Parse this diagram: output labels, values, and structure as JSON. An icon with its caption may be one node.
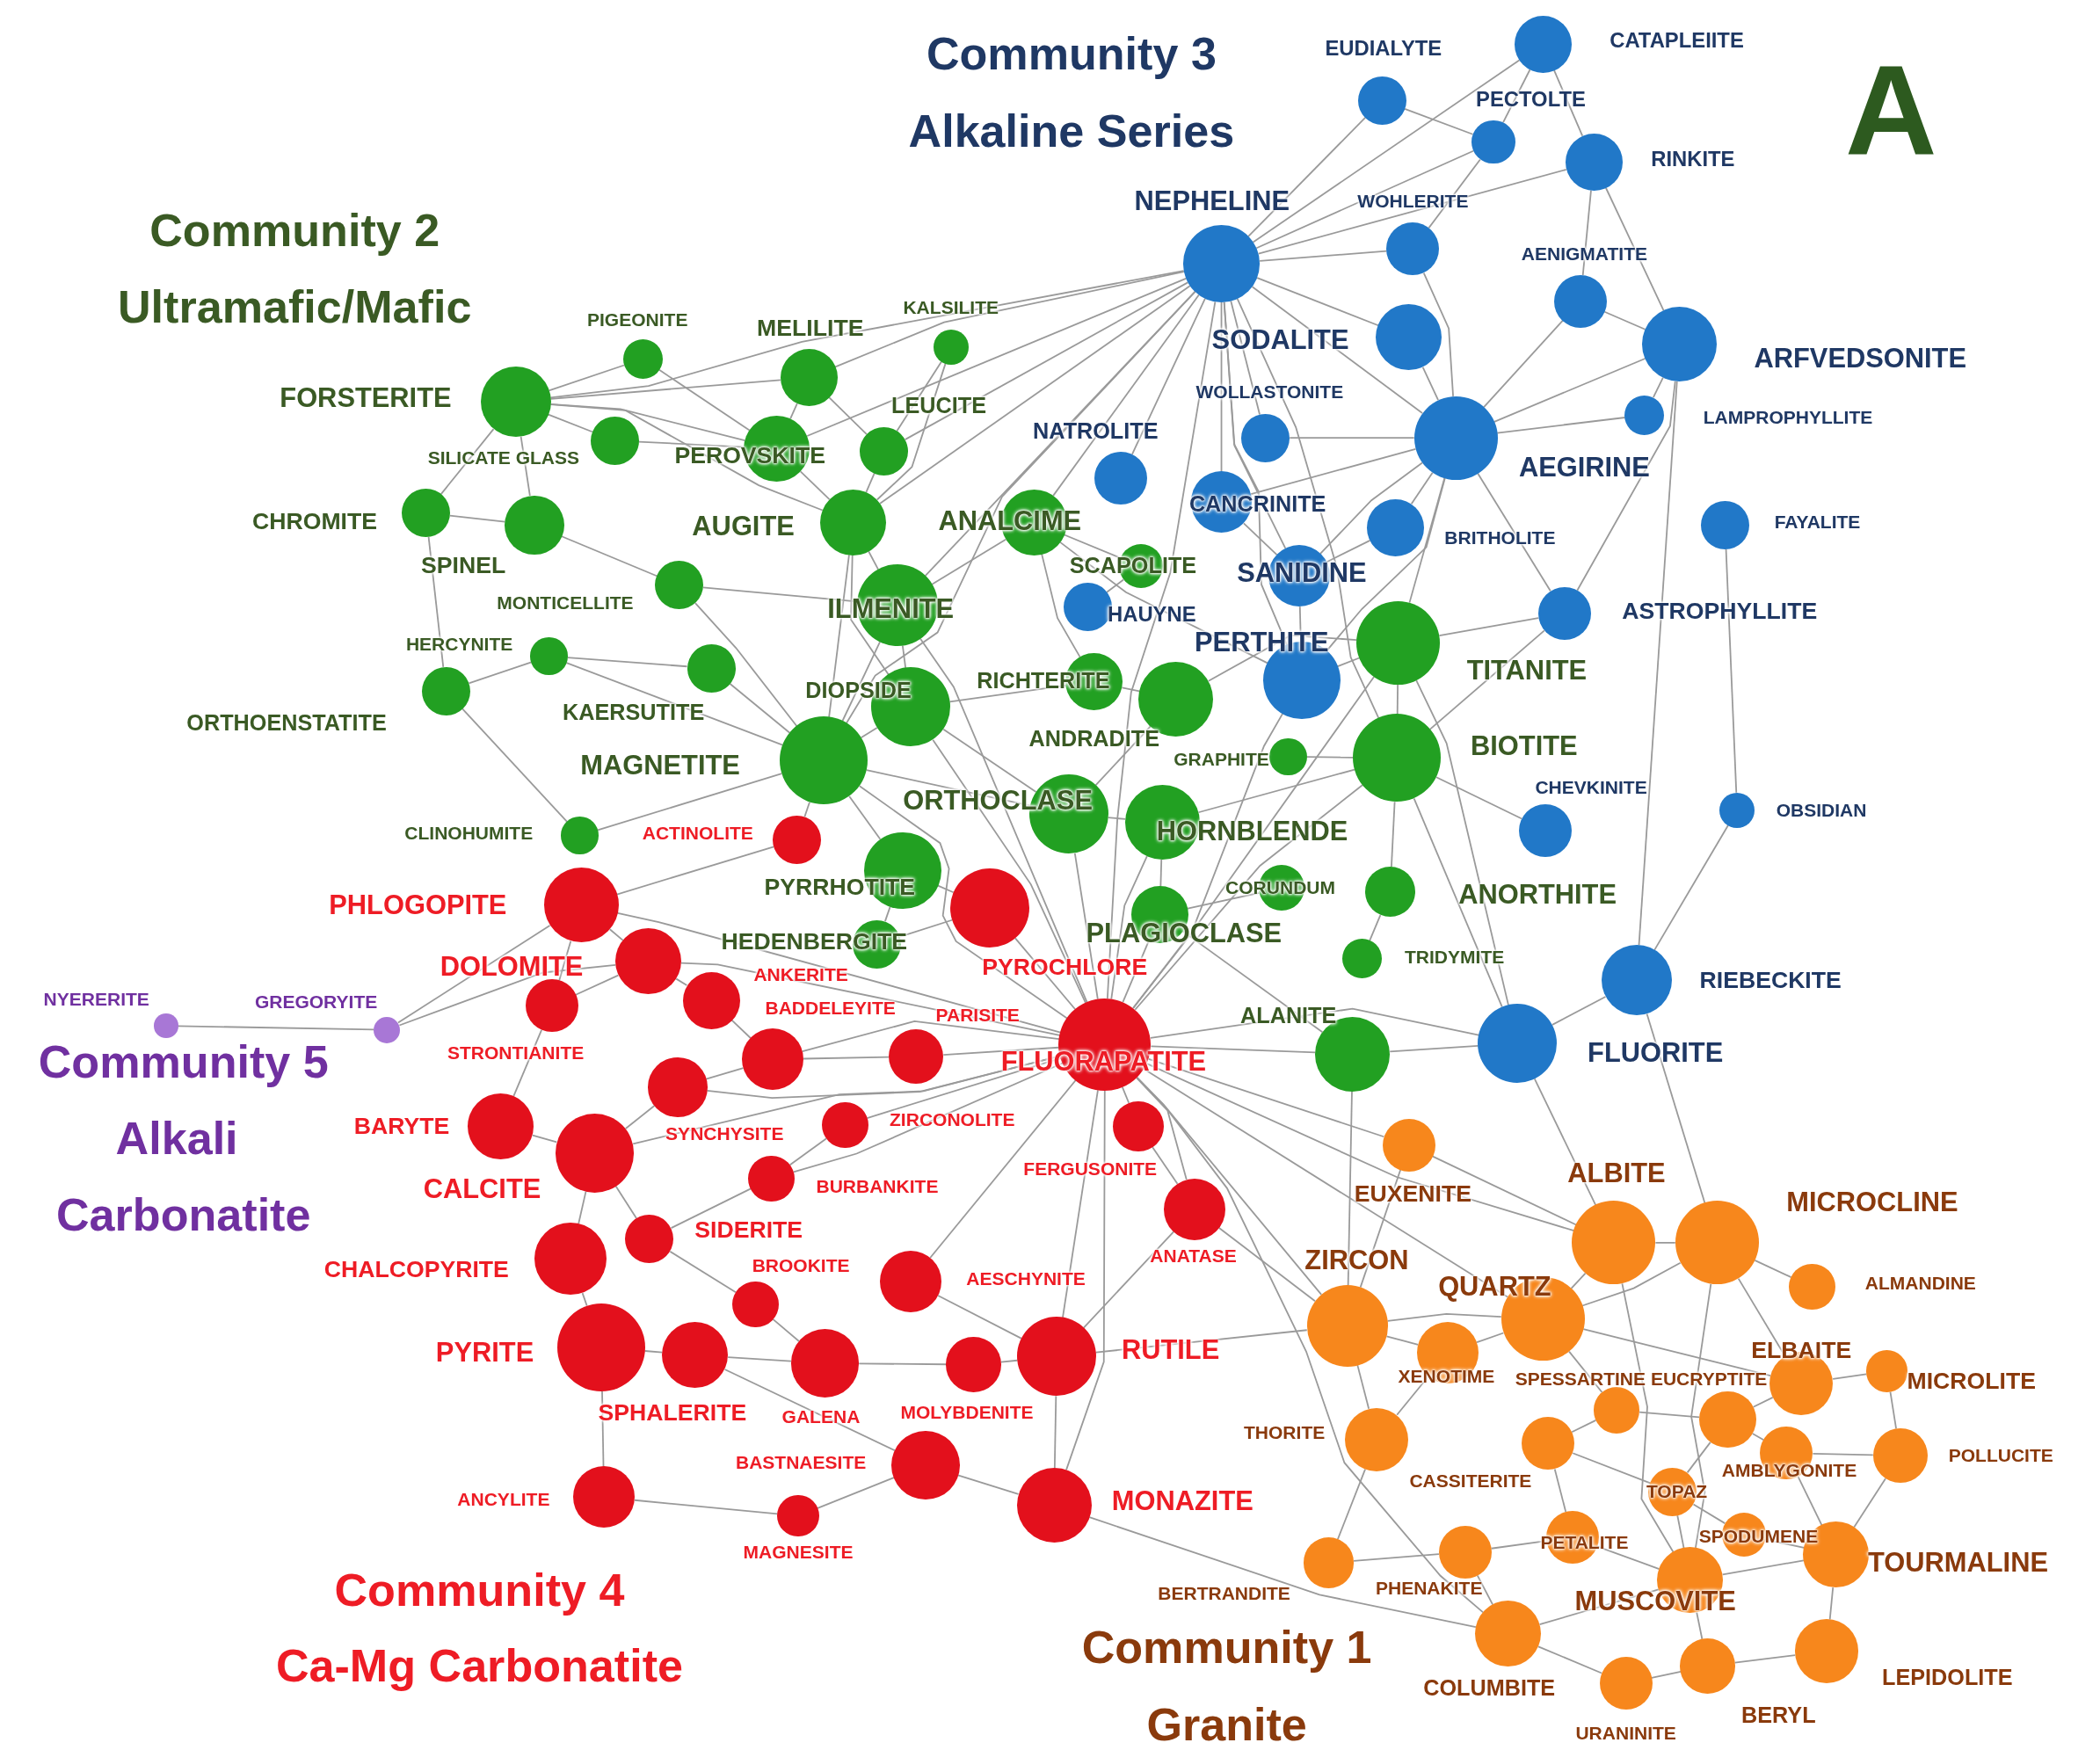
{
  "diagram": {
    "nodes": [
      {
        "text": [
          "EUDIALYTE"
        ]
      },
      {
        "text": [
          "CATAPLEIITE"
        ]
      },
      {
        "text": [
          "PECTOLTE"
        ]
      },
      {
        "text": [
          "RINKITE"
        ]
      },
      {
        "text": [
          "NEPHELINE"
        ]
      },
      {
        "text": [
          "WOHLERITE"
        ]
      },
      {
        "text": [
          "AENIGMATITE"
        ]
      },
      {
        "text": [
          "SODALITE"
        ]
      },
      {
        "text": [
          "ARFVEDSONITE"
        ]
      },
      {
        "text": [
          "WOLLASTONITE"
        ]
      },
      {
        "text": [
          "LAMPROPHYLLITE"
        ]
      },
      {
        "text": [
          "NATROLITE"
        ]
      },
      {
        "text": [
          "AEGIRINE"
        ]
      },
      {
        "text": [
          "CANCRINITE"
        ]
      },
      {
        "text": [
          "BRITHOLITE"
        ]
      },
      {
        "text": [
          "FAYALITE"
        ]
      },
      {
        "text": [
          "SANIDINE"
        ]
      },
      {
        "text": [
          "HAUYNE"
        ]
      },
      {
        "text": [
          "ASTROPHYLLITE"
        ]
      },
      {
        "text": [
          "PERTHITE"
        ]
      },
      {
        "text": [
          "CHEVKINITE"
        ]
      },
      {
        "text": [
          "OBSIDIAN"
        ]
      },
      {
        "text": [
          "RIEBECKITE"
        ]
      },
      {
        "text": [
          "FLUORITE"
        ]
      },
      {
        "text": [
          "PIGEONITE"
        ]
      },
      {
        "text": [
          "KALSILITE"
        ]
      },
      {
        "text": [
          "MELILITE"
        ]
      },
      {
        "text": [
          "FORSTERITE"
        ]
      },
      {
        "text": [
          "SILICATE GLASS"
        ]
      },
      {
        "text": [
          "LEUCITE"
        ]
      },
      {
        "text": [
          "PEROVSKITE"
        ]
      },
      {
        "text": [
          "CHROMITE"
        ]
      },
      {
        "text": [
          "SPINEL"
        ]
      },
      {
        "text": [
          "AUGITE"
        ]
      },
      {
        "text": [
          "ANALCIME"
        ]
      },
      {
        "text": [
          "SCAPOLITE"
        ]
      },
      {
        "text": [
          "MONTICELLITE"
        ]
      },
      {
        "text": [
          "ILMENITE"
        ]
      },
      {
        "text": [
          "HERCYNITE"
        ]
      },
      {
        "text": [
          "ORTHOENSTATITE"
        ]
      },
      {
        "text": [
          "KAERSUTITE"
        ]
      },
      {
        "text": [
          "DIOPSIDE"
        ]
      },
      {
        "text": [
          "RICHTERITE"
        ]
      },
      {
        "text": [
          "ANDRADITE"
        ]
      },
      {
        "text": [
          "TITANITE"
        ]
      },
      {
        "text": [
          "MAGNETITE"
        ]
      },
      {
        "text": [
          "GRAPHITE"
        ]
      },
      {
        "text": [
          "BIOTITE"
        ]
      },
      {
        "text": [
          "CLINOHUMITE"
        ]
      },
      {
        "text": [
          "ORTHOCLASE"
        ]
      },
      {
        "text": [
          "HORNBLENDE"
        ]
      },
      {
        "text": [
          "CORUNDUM"
        ]
      },
      {
        "text": [
          "ANORTHITE"
        ]
      },
      {
        "text": [
          "PLAGIOCLASE"
        ]
      },
      {
        "text": [
          "TRIDYMITE"
        ]
      },
      {
        "text": [
          "ALANITE"
        ]
      },
      {
        "text": [
          "PYRRHOTITE"
        ]
      },
      {
        "text": [
          "HEDENBERGITE"
        ]
      },
      {
        "text": [
          "ACTINOLITE"
        ]
      },
      {
        "text": [
          "PHLOGOPITE"
        ]
      },
      {
        "text": [
          "PYROCHLORE"
        ]
      },
      {
        "text": [
          "DOLOMITE"
        ]
      },
      {
        "text": [
          "ANKERITE"
        ]
      },
      {
        "text": [
          "STRONTIANITE"
        ]
      },
      {
        "text": [
          "BADDELEYITE"
        ]
      },
      {
        "text": [
          "PARISITE"
        ]
      },
      {
        "text": [
          "FLUORAPATITE"
        ]
      },
      {
        "text": [
          "SYNCHYSITE"
        ]
      },
      {
        "text": [
          "ZIRCONOLITE"
        ]
      },
      {
        "text": [
          "BARYTE"
        ]
      },
      {
        "text": [
          "CALCITE"
        ]
      },
      {
        "text": [
          "FERGUSONITE"
        ]
      },
      {
        "text": [
          "BURBANKITE"
        ]
      },
      {
        "text": [
          "SIDERITE"
        ]
      },
      {
        "text": [
          "ANATASE"
        ]
      },
      {
        "text": [
          "CHALCOPYRITE"
        ]
      },
      {
        "text": [
          "BROOKITE"
        ]
      },
      {
        "text": [
          "AESCHYNITE"
        ]
      },
      {
        "text": [
          "PYRITE"
        ]
      },
      {
        "text": [
          "SPHALERITE"
        ]
      },
      {
        "text": [
          "GALENA"
        ]
      },
      {
        "text": [
          "MOLYBDENITE"
        ]
      },
      {
        "text": [
          "RUTILE"
        ]
      },
      {
        "text": [
          "BASTNAESITE"
        ]
      },
      {
        "text": [
          "ANCYLITE"
        ]
      },
      {
        "text": [
          "MAGNESITE"
        ]
      },
      {
        "text": [
          "MONAZITE"
        ]
      },
      {
        "text": [
          "NYERERITE"
        ]
      },
      {
        "text": [
          "GREGORYITE"
        ]
      },
      {
        "text": [
          "EUXENITE"
        ]
      },
      {
        "text": [
          "ALBITE"
        ]
      },
      {
        "text": [
          "MICROCLINE"
        ]
      },
      {
        "text": [
          "ZIRCON"
        ]
      },
      {
        "text": [
          "QUARTZ"
        ]
      },
      {
        "text": [
          "ALMANDINE"
        ]
      },
      {
        "text": [
          "XENOTIME"
        ]
      },
      {
        "text": [
          "ELBAITE"
        ]
      },
      {
        "text": [
          "MICROLITE"
        ]
      },
      {
        "text": [
          "SPESSARTINE"
        ]
      },
      {
        "text": [
          "EUCRYPTITE"
        ]
      },
      {
        "text": [
          "THORITE"
        ]
      },
      {
        "text": [
          "CASSITERITE"
        ]
      },
      {
        "text": [
          "AMBLYGONITE"
        ]
      },
      {
        "text": [
          "POLLUCITE"
        ]
      },
      {
        "text": [
          "TOPAZ"
        ]
      },
      {
        "text": [
          "SPODUMENE"
        ]
      },
      {
        "text": [
          "PETALITE"
        ]
      },
      {
        "text": [
          "TOURMALINE"
        ]
      },
      {
        "text": [
          "BERTRANDITE"
        ]
      },
      {
        "text": [
          "PHENAKITE"
        ]
      },
      {
        "text": [
          "MUSCOVITE"
        ]
      },
      {
        "text": [
          "COLUMBITE"
        ]
      },
      {
        "text": [
          "LEPIDOLITE"
        ]
      },
      {
        "text": [
          "BERYL"
        ]
      },
      {
        "text": [
          "URANINITE"
        ]
      }
    ],
    "edges": [
      {
        "from": 4,
        "to": 0,
        "arrow": "none"
      },
      {
        "from": 4,
        "to": 1,
        "arrow": "none"
      },
      {
        "from": 4,
        "to": 2,
        "arrow": "none"
      },
      {
        "from": 4,
        "to": 3,
        "arrow": "none"
      },
      {
        "from": 4,
        "to": 5,
        "arrow": "none"
      },
      {
        "from": 4,
        "to": 7,
        "arrow": "none"
      },
      {
        "from": 4,
        "to": 9,
        "arrow": "none"
      },
      {
        "from": 4,
        "to": 11,
        "arrow": "none"
      },
      {
        "from": 4,
        "to": 12,
        "arrow": "none"
      },
      {
        "from": 4,
        "to": 13,
        "arrow": "none"
      },
      {
        "from": 4,
        "to": 16,
        "arrow": "none"
      },
      {
        "from": 4,
        "to": 19,
        "arrow": "none"
      },
      {
        "from": 4,
        "to": 26,
        "arrow": "none"
      },
      {
        "from": 4,
        "to": 27,
        "arrow": "none"
      },
      {
        "from": 4,
        "to": 29,
        "arrow": "none"
      },
      {
        "from": 4,
        "to": 30,
        "arrow": "none"
      },
      {
        "from": 4,
        "to": 33,
        "arrow": "none"
      },
      {
        "from": 4,
        "to": 34,
        "arrow": "none"
      },
      {
        "from": 4,
        "to": 37,
        "arrow": "none"
      },
      {
        "from": 4,
        "to": 45,
        "arrow": "none"
      },
      {
        "from": 4,
        "to": 47,
        "arrow": "none"
      },
      {
        "from": 4,
        "to": 66,
        "arrow": "none"
      },
      {
        "from": 66,
        "to": 45,
        "arrow": "none"
      },
      {
        "from": 66,
        "to": 47,
        "arrow": "none"
      },
      {
        "from": 66,
        "to": 44,
        "arrow": "none"
      },
      {
        "from": 66,
        "to": 49,
        "arrow": "none"
      },
      {
        "from": 66,
        "to": 50,
        "arrow": "none"
      },
      {
        "from": 66,
        "to": 53,
        "arrow": "none"
      },
      {
        "from": 66,
        "to": 55,
        "arrow": "none"
      },
      {
        "from": 66,
        "to": 60,
        "arrow": "none"
      },
      {
        "from": 66,
        "to": 64,
        "arrow": "none"
      },
      {
        "from": 66,
        "to": 65,
        "arrow": "none"
      },
      {
        "from": 66,
        "to": 67,
        "arrow": "none"
      },
      {
        "from": 66,
        "to": 68,
        "arrow": "none"
      },
      {
        "from": 66,
        "to": 71,
        "arrow": "none"
      },
      {
        "from": 66,
        "to": 72,
        "arrow": "none"
      },
      {
        "from": 66,
        "to": 74,
        "arrow": "none"
      },
      {
        "from": 66,
        "to": 77,
        "arrow": "none"
      },
      {
        "from": 66,
        "to": 82,
        "arrow": "none"
      },
      {
        "from": 66,
        "to": 86,
        "arrow": "none"
      },
      {
        "from": 66,
        "to": 89,
        "arrow": "none"
      },
      {
        "from": 66,
        "to": 90,
        "arrow": "none"
      },
      {
        "from": 66,
        "to": 92,
        "arrow": "none"
      },
      {
        "from": 66,
        "to": 93,
        "arrow": "none"
      },
      {
        "from": 66,
        "to": 111,
        "arrow": "none"
      },
      {
        "from": 66,
        "to": 23,
        "arrow": "none"
      },
      {
        "from": 66,
        "to": 19,
        "arrow": "none"
      },
      {
        "from": 66,
        "to": 37,
        "arrow": "none"
      },
      {
        "from": 66,
        "to": 41,
        "arrow": "none"
      },
      {
        "from": 66,
        "to": 61,
        "arrow": "none"
      },
      {
        "from": 66,
        "to": 59,
        "arrow": "none"
      },
      {
        "from": 66,
        "to": 70,
        "arrow": "none"
      },
      {
        "from": 1,
        "to": 2,
        "arrow": "none"
      },
      {
        "from": 1,
        "to": 3,
        "arrow": "none"
      },
      {
        "from": 2,
        "to": 5,
        "arrow": "none"
      },
      {
        "from": 3,
        "to": 6,
        "arrow": "none"
      },
      {
        "from": 0,
        "to": 2,
        "arrow": "none"
      },
      {
        "from": 5,
        "to": 12,
        "arrow": "none"
      },
      {
        "from": 6,
        "to": 12,
        "arrow": "none"
      },
      {
        "from": 7,
        "to": 12,
        "arrow": "none"
      },
      {
        "from": 8,
        "to": 12,
        "arrow": "none"
      },
      {
        "from": 10,
        "to": 12,
        "arrow": "none"
      },
      {
        "from": 12,
        "to": 14,
        "arrow": "none"
      },
      {
        "from": 12,
        "to": 16,
        "arrow": "none"
      },
      {
        "from": 12,
        "to": 44,
        "arrow": "none"
      },
      {
        "from": 8,
        "to": 6,
        "arrow": "none"
      },
      {
        "from": 8,
        "to": 10,
        "arrow": "none"
      },
      {
        "from": 3,
        "to": 8,
        "arrow": "none"
      },
      {
        "from": 12,
        "to": 19,
        "arrow": "none"
      },
      {
        "from": 12,
        "to": 13,
        "arrow": "none"
      },
      {
        "from": 9,
        "to": 12,
        "arrow": "none"
      },
      {
        "from": 13,
        "to": 16,
        "arrow": "none"
      },
      {
        "from": 15,
        "to": 21,
        "arrow": "none"
      },
      {
        "from": 18,
        "to": 47,
        "arrow": "none"
      },
      {
        "from": 18,
        "to": 44,
        "arrow": "none"
      },
      {
        "from": 21,
        "to": 22,
        "arrow": "none"
      },
      {
        "from": 20,
        "to": 47,
        "arrow": "none"
      },
      {
        "from": 22,
        "to": 23,
        "arrow": "none"
      },
      {
        "from": 23,
        "to": 47,
        "arrow": "none"
      },
      {
        "from": 23,
        "to": 44,
        "arrow": "none"
      },
      {
        "from": 23,
        "to": 55,
        "arrow": "none"
      },
      {
        "from": 17,
        "to": 35,
        "arrow": "none"
      },
      {
        "from": 19,
        "to": 16,
        "arrow": "none"
      },
      {
        "from": 19,
        "to": 44,
        "arrow": "none"
      },
      {
        "from": 14,
        "to": 16,
        "arrow": "none"
      },
      {
        "from": 8,
        "to": 18,
        "arrow": "none"
      },
      {
        "from": 12,
        "to": 18,
        "arrow": "none"
      },
      {
        "from": 8,
        "to": 22,
        "arrow": "none"
      },
      {
        "from": 27,
        "to": 24,
        "arrow": "none"
      },
      {
        "from": 27,
        "to": 28,
        "arrow": "none"
      },
      {
        "from": 27,
        "to": 31,
        "arrow": "none"
      },
      {
        "from": 27,
        "to": 32,
        "arrow": "none"
      },
      {
        "from": 27,
        "to": 26,
        "arrow": "none"
      },
      {
        "from": 27,
        "to": 30,
        "arrow": "none"
      },
      {
        "from": 27,
        "to": 33,
        "arrow": "none"
      },
      {
        "from": 24,
        "to": 30,
        "arrow": "none"
      },
      {
        "from": 26,
        "to": 29,
        "arrow": "none"
      },
      {
        "from": 26,
        "to": 30,
        "arrow": "none"
      },
      {
        "from": 25,
        "to": 29,
        "arrow": "none"
      },
      {
        "from": 25,
        "to": 33,
        "arrow": "none"
      },
      {
        "from": 30,
        "to": 33,
        "arrow": "none"
      },
      {
        "from": 28,
        "to": 30,
        "arrow": "none"
      },
      {
        "from": 32,
        "to": 36,
        "arrow": "none"
      },
      {
        "from": 32,
        "to": 31,
        "arrow": "none"
      },
      {
        "from": 38,
        "to": 39,
        "arrow": "none"
      },
      {
        "from": 38,
        "to": 40,
        "arrow": "none"
      },
      {
        "from": 38,
        "to": 45,
        "arrow": "none"
      },
      {
        "from": 36,
        "to": 45,
        "arrow": "none"
      },
      {
        "from": 36,
        "to": 37,
        "arrow": "none"
      },
      {
        "from": 33,
        "to": 37,
        "arrow": "none"
      },
      {
        "from": 33,
        "to": 41,
        "arrow": "none"
      },
      {
        "from": 33,
        "to": 45,
        "arrow": "none"
      },
      {
        "from": 37,
        "to": 41,
        "arrow": "none"
      },
      {
        "from": 37,
        "to": 45,
        "arrow": "none"
      },
      {
        "from": 34,
        "to": 37,
        "arrow": "none"
      },
      {
        "from": 34,
        "to": 42,
        "arrow": "none"
      },
      {
        "from": 41,
        "to": 45,
        "arrow": "none"
      },
      {
        "from": 41,
        "to": 49,
        "arrow": "none"
      },
      {
        "from": 42,
        "to": 43,
        "arrow": "none"
      },
      {
        "from": 43,
        "to": 49,
        "arrow": "none"
      },
      {
        "from": 45,
        "to": 49,
        "arrow": "none"
      },
      {
        "from": 45,
        "to": 56,
        "arrow": "none"
      },
      {
        "from": 45,
        "to": 48,
        "arrow": "none"
      },
      {
        "from": 45,
        "to": 40,
        "arrow": "none"
      },
      {
        "from": 49,
        "to": 50,
        "arrow": "none"
      },
      {
        "from": 50,
        "to": 47,
        "arrow": "none"
      },
      {
        "from": 44,
        "to": 47,
        "arrow": "none"
      },
      {
        "from": 47,
        "to": 52,
        "arrow": "none"
      },
      {
        "from": 52,
        "to": 54,
        "arrow": "none"
      },
      {
        "from": 50,
        "to": 53,
        "arrow": "none"
      },
      {
        "from": 53,
        "to": 51,
        "arrow": "none"
      },
      {
        "from": 46,
        "to": 47,
        "arrow": "none"
      },
      {
        "from": 55,
        "to": 53,
        "arrow": "none"
      },
      {
        "from": 56,
        "to": 57,
        "arrow": "none"
      },
      {
        "from": 57,
        "to": 60,
        "arrow": "none"
      },
      {
        "from": 35,
        "to": 34,
        "arrow": "none"
      },
      {
        "from": 34,
        "to": 19,
        "arrow": "none"
      },
      {
        "from": 43,
        "to": 44,
        "arrow": "none"
      },
      {
        "from": 41,
        "to": 42,
        "arrow": "none"
      },
      {
        "from": 29,
        "to": 33,
        "arrow": "none"
      },
      {
        "from": 31,
        "to": 39,
        "arrow": "none"
      },
      {
        "from": 39,
        "to": 48,
        "arrow": "none"
      },
      {
        "from": 58,
        "to": 45,
        "arrow": "none"
      },
      {
        "from": 59,
        "to": 61,
        "arrow": "none"
      },
      {
        "from": 59,
        "to": 63,
        "arrow": "none"
      },
      {
        "from": 61,
        "to": 62,
        "arrow": "none"
      },
      {
        "from": 61,
        "to": 63,
        "arrow": "none"
      },
      {
        "from": 62,
        "to": 64,
        "arrow": "none"
      },
      {
        "from": 63,
        "to": 69,
        "arrow": "none"
      },
      {
        "from": 64,
        "to": 67,
        "arrow": "none"
      },
      {
        "from": 64,
        "to": 65,
        "arrow": "none"
      },
      {
        "from": 67,
        "to": 70,
        "arrow": "none"
      },
      {
        "from": 69,
        "to": 70,
        "arrow": "none"
      },
      {
        "from": 70,
        "to": 73,
        "arrow": "none"
      },
      {
        "from": 70,
        "to": 75,
        "arrow": "none"
      },
      {
        "from": 75,
        "to": 78,
        "arrow": "none"
      },
      {
        "from": 78,
        "to": 79,
        "arrow": "none"
      },
      {
        "from": 78,
        "to": 84,
        "arrow": "none"
      },
      {
        "from": 79,
        "to": 80,
        "arrow": "none"
      },
      {
        "from": 80,
        "to": 81,
        "arrow": "none"
      },
      {
        "from": 81,
        "to": 82,
        "arrow": "none"
      },
      {
        "from": 82,
        "to": 86,
        "arrow": "none"
      },
      {
        "from": 83,
        "to": 86,
        "arrow": "none"
      },
      {
        "from": 83,
        "to": 85,
        "arrow": "none"
      },
      {
        "from": 84,
        "to": 85,
        "arrow": "none"
      },
      {
        "from": 79,
        "to": 83,
        "arrow": "none"
      },
      {
        "from": 73,
        "to": 76,
        "arrow": "none"
      },
      {
        "from": 76,
        "to": 80,
        "arrow": "none"
      },
      {
        "from": 77,
        "to": 82,
        "arrow": "none"
      },
      {
        "from": 71,
        "to": 74,
        "arrow": "none"
      },
      {
        "from": 74,
        "to": 82,
        "arrow": "none"
      },
      {
        "from": 72,
        "to": 73,
        "arrow": "none"
      },
      {
        "from": 68,
        "to": 72,
        "arrow": "none"
      },
      {
        "from": 58,
        "to": 59,
        "arrow": "none"
      },
      {
        "from": 87,
        "to": 88,
        "arrow": "none"
      },
      {
        "from": 88,
        "to": 59,
        "arrow": "none"
      },
      {
        "from": 88,
        "to": 61,
        "arrow": "none"
      },
      {
        "from": 60,
        "to": 56,
        "arrow": "none"
      },
      {
        "from": 74,
        "to": 92,
        "arrow": "none"
      },
      {
        "from": 86,
        "to": 111,
        "arrow": "none"
      },
      {
        "from": 82,
        "to": 92,
        "arrow": "none"
      },
      {
        "from": 89,
        "to": 90,
        "arrow": "none"
      },
      {
        "from": 89,
        "to": 92,
        "arrow": "none"
      },
      {
        "from": 90,
        "to": 91,
        "arrow": "none"
      },
      {
        "from": 90,
        "to": 93,
        "arrow": "none"
      },
      {
        "from": 91,
        "to": 93,
        "arrow": "none"
      },
      {
        "from": 92,
        "to": 93,
        "arrow": "none"
      },
      {
        "from": 92,
        "to": 95,
        "arrow": "none"
      },
      {
        "from": 93,
        "to": 95,
        "arrow": "none"
      },
      {
        "from": 91,
        "to": 94,
        "arrow": "none"
      },
      {
        "from": 93,
        "to": 96,
        "arrow": "none"
      },
      {
        "from": 91,
        "to": 96,
        "arrow": "none"
      },
      {
        "from": 96,
        "to": 97,
        "arrow": "none"
      },
      {
        "from": 96,
        "to": 99,
        "arrow": "none"
      },
      {
        "from": 98,
        "to": 99,
        "arrow": "none"
      },
      {
        "from": 93,
        "to": 98,
        "arrow": "none"
      },
      {
        "from": 95,
        "to": 100,
        "arrow": "none"
      },
      {
        "from": 98,
        "to": 101,
        "arrow": "none"
      },
      {
        "from": 99,
        "to": 102,
        "arrow": "none"
      },
      {
        "from": 102,
        "to": 103,
        "arrow": "none"
      },
      {
        "from": 97,
        "to": 103,
        "arrow": "none"
      },
      {
        "from": 101,
        "to": 104,
        "arrow": "none"
      },
      {
        "from": 104,
        "to": 105,
        "arrow": "none"
      },
      {
        "from": 105,
        "to": 107,
        "arrow": "none"
      },
      {
        "from": 106,
        "to": 110,
        "arrow": "none"
      },
      {
        "from": 104,
        "to": 110,
        "arrow": "none"
      },
      {
        "from": 107,
        "to": 110,
        "arrow": "none"
      },
      {
        "from": 107,
        "to": 112,
        "arrow": "none"
      },
      {
        "from": 110,
        "to": 113,
        "arrow": "none"
      },
      {
        "from": 110,
        "to": 111,
        "arrow": "none"
      },
      {
        "from": 111,
        "to": 114,
        "arrow": "none"
      },
      {
        "from": 113,
        "to": 114,
        "arrow": "none"
      },
      {
        "from": 112,
        "to": 113,
        "arrow": "none"
      },
      {
        "from": 100,
        "to": 108,
        "arrow": "none"
      },
      {
        "from": 108,
        "to": 109,
        "arrow": "none"
      },
      {
        "from": 109,
        "to": 111,
        "arrow": "none"
      },
      {
        "from": 106,
        "to": 109,
        "arrow": "none"
      },
      {
        "from": 101,
        "to": 106,
        "arrow": "none"
      },
      {
        "from": 102,
        "to": 107,
        "arrow": "none"
      },
      {
        "from": 103,
        "to": 107,
        "arrow": "none"
      },
      {
        "from": 99,
        "to": 104,
        "arrow": "none"
      },
      {
        "from": 90,
        "to": 110,
        "arrow": "none"
      },
      {
        "from": 91,
        "to": 110,
        "arrow": "none"
      },
      {
        "from": 92,
        "to": 100,
        "arrow": "none"
      },
      {
        "from": 90,
        "to": 23,
        "arrow": "none"
      },
      {
        "from": 91,
        "to": 22,
        "arrow": "none"
      },
      {
        "from": 92,
        "to": 55,
        "arrow": "none"
      }
    ],
    "labels": [
      "Community 3",
      "Alkaline Series",
      "A",
      "Community 2",
      "Ultramafic/Mafic",
      "Community 5",
      "Alkali",
      "Carbonatite",
      "Community 4",
      "Ca-Mg Carbonatite",
      "Community 1",
      "Granite"
    ]
  }
}
